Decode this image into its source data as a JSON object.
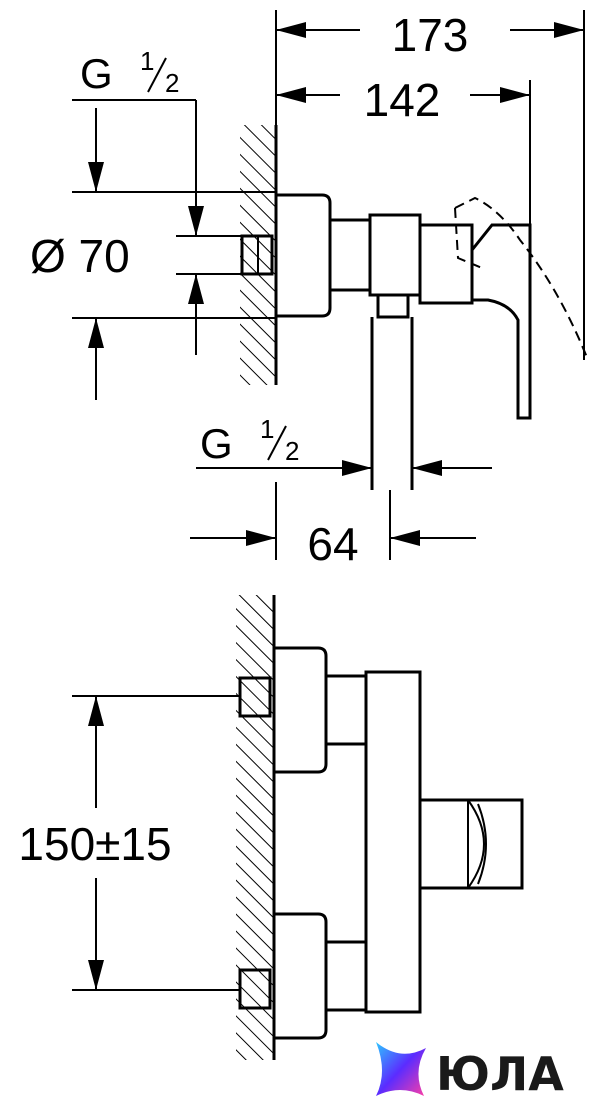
{
  "dimensions": {
    "overall_depth": "173",
    "depth_to_lever": "142",
    "thread_top_g": "G",
    "thread_top_num": "1",
    "thread_top_den": "2",
    "rosette_diameter": "Ø 70",
    "thread_outlet_g": "G",
    "thread_outlet_num": "1",
    "thread_outlet_den": "2",
    "outlet_offset": "64",
    "inlet_spacing": "150±15"
  },
  "logo": {
    "text": "ЮЛА",
    "icon": "star-sparkle-icon",
    "colors": [
      "#5b2cff",
      "#ff3fa4",
      "#2ec5ff"
    ]
  }
}
